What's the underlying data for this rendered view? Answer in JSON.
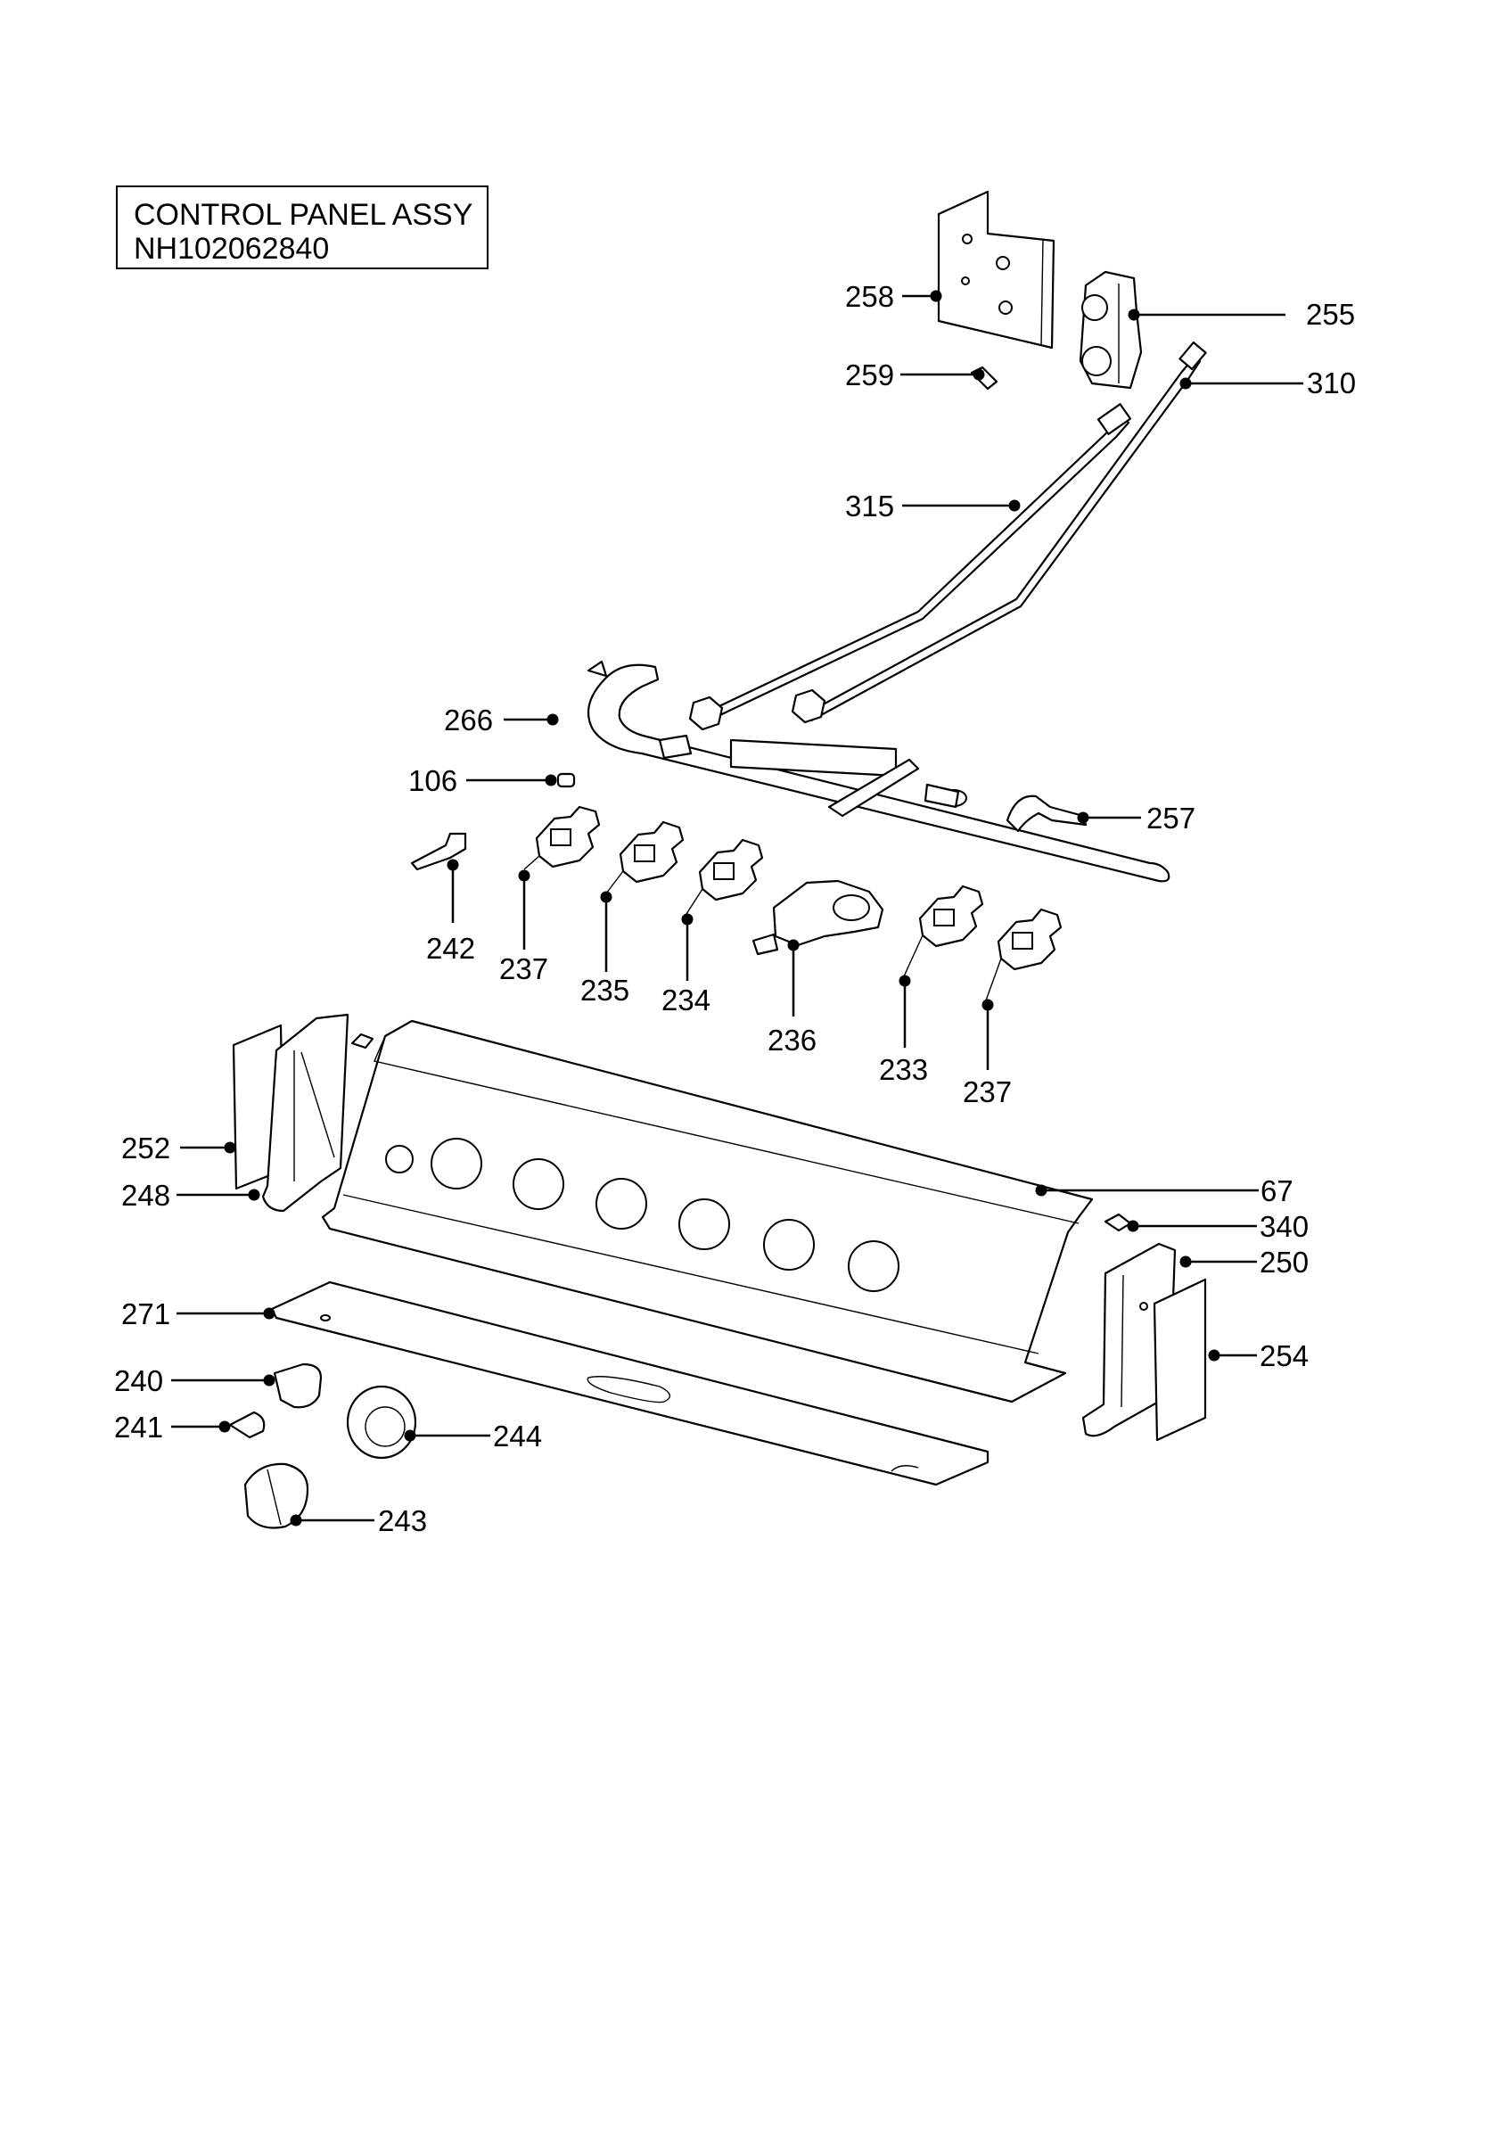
{
  "header": {
    "title_line1": "CONTROL PANEL ASSY",
    "title_line2": "NH102062840"
  },
  "callouts": [
    {
      "id": "c258",
      "text": "258"
    },
    {
      "id": "c255",
      "text": "255"
    },
    {
      "id": "c259",
      "text": "259"
    },
    {
      "id": "c310",
      "text": "310"
    },
    {
      "id": "c315",
      "text": "315"
    },
    {
      "id": "c266",
      "text": "266"
    },
    {
      "id": "c106",
      "text": "106"
    },
    {
      "id": "c257",
      "text": "257"
    },
    {
      "id": "c242",
      "text": "242"
    },
    {
      "id": "c237a",
      "text": "237"
    },
    {
      "id": "c235",
      "text": "235"
    },
    {
      "id": "c234",
      "text": "234"
    },
    {
      "id": "c236",
      "text": "236"
    },
    {
      "id": "c233",
      "text": "233"
    },
    {
      "id": "c237b",
      "text": "237"
    },
    {
      "id": "c252",
      "text": "252"
    },
    {
      "id": "c248",
      "text": "248"
    },
    {
      "id": "c67",
      "text": "67"
    },
    {
      "id": "c340",
      "text": "340"
    },
    {
      "id": "c250",
      "text": "250"
    },
    {
      "id": "c271",
      "text": "271"
    },
    {
      "id": "c254",
      "text": "254"
    },
    {
      "id": "c240",
      "text": "240"
    },
    {
      "id": "c241",
      "text": "241"
    },
    {
      "id": "c244",
      "text": "244"
    },
    {
      "id": "c243",
      "text": "243"
    }
  ]
}
